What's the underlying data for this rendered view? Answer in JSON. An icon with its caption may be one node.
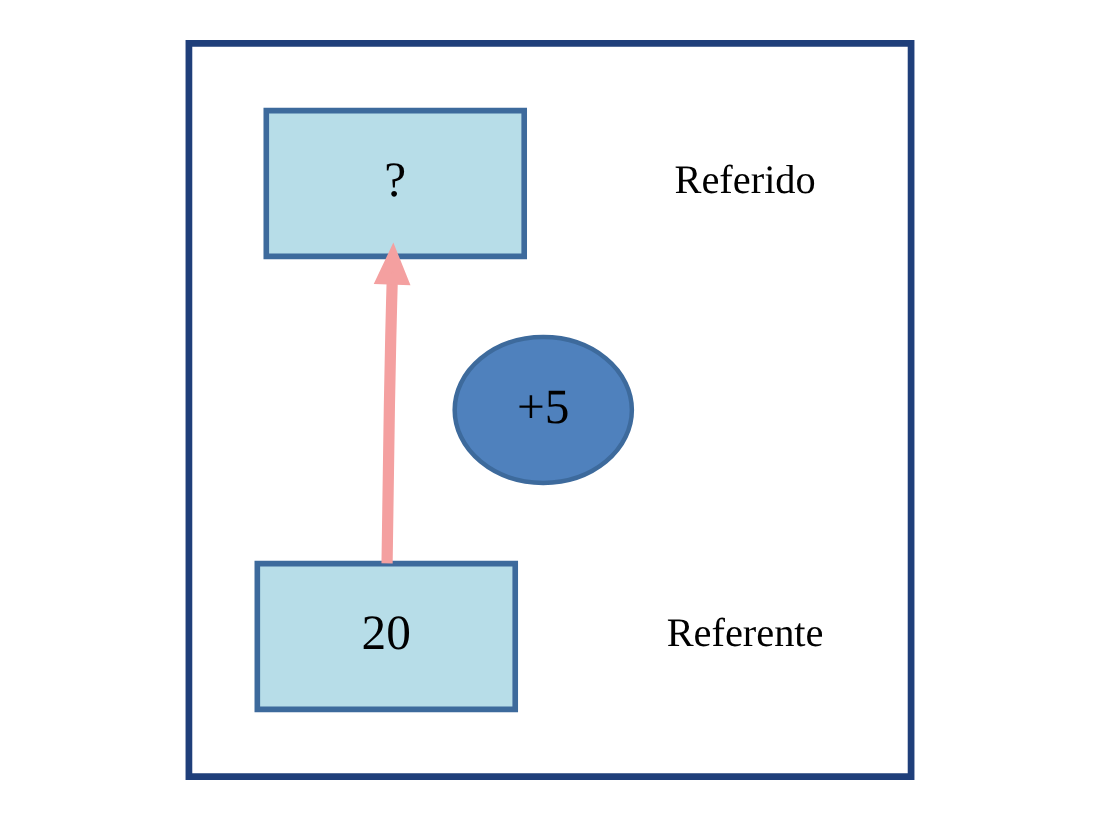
{
  "diagram": {
    "nodes": [
      {
        "text": [],
        "shape": "box"
      },
      {
        "text": [
          "?"
        ],
        "in": 0,
        "beside": [
          "Referido"
        ]
      },
      {
        "text": [
          "20"
        ],
        "in": 0,
        "beside": [
          "Referente"
        ]
      },
      {
        "text": [
          "+5"
        ],
        "in": 0
      }
    ],
    "edges": [
      {
        "from": 2,
        "to": 1,
        "arrow": "to",
        "color": "#f4a0a0"
      }
    ]
  }
}
